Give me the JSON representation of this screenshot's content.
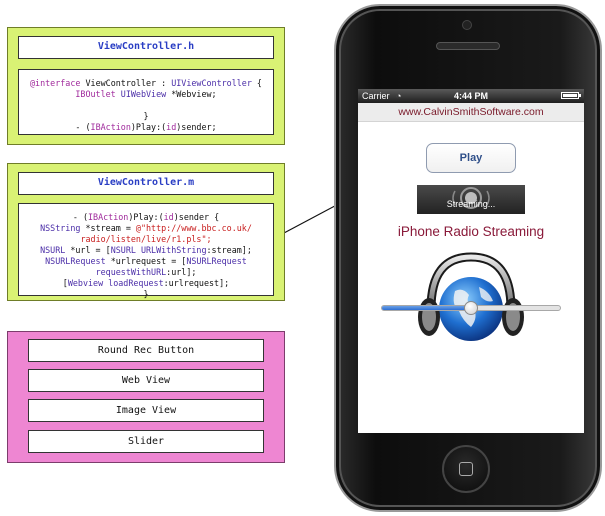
{
  "header_file": {
    "title": "ViewController.h",
    "code_lines": [
      [
        {
          "t": "@interface",
          "c": "kw"
        },
        {
          "t": " ViewController : "
        },
        {
          "t": "UIViewController",
          "c": "ty"
        },
        {
          "t": " {"
        }
      ],
      [
        {
          "t": "IBOutlet",
          "c": "kw"
        },
        {
          "t": " "
        },
        {
          "t": "UIWebView",
          "c": "ty"
        },
        {
          "t": " *Webview;"
        }
      ],
      [
        {
          "t": ""
        }
      ],
      [
        {
          "t": "}"
        }
      ],
      [
        {
          "t": "- ("
        },
        {
          "t": "IBAction",
          "c": "kw"
        },
        {
          "t": ")Play:("
        },
        {
          "t": "id",
          "c": "kw"
        },
        {
          "t": ")sender;"
        }
      ]
    ]
  },
  "impl_file": {
    "title": "ViewController.m",
    "code_lines": [
      [
        {
          "t": "- ("
        },
        {
          "t": "IBAction",
          "c": "kw"
        },
        {
          "t": ")Play:("
        },
        {
          "t": "id",
          "c": "kw"
        },
        {
          "t": ")sender {"
        }
      ],
      [
        {
          "t": "NSString",
          "c": "ty"
        },
        {
          "t": " *stream = "
        },
        {
          "t": "@\"http://www.bbc.co.uk/",
          "c": "str"
        }
      ],
      [
        {
          "t": "radio/listen/live/r1.pls\";",
          "c": "str"
        }
      ],
      [
        {
          "t": "NSURL",
          "c": "ty"
        },
        {
          "t": " *url = ["
        },
        {
          "t": "NSURL",
          "c": "ty"
        },
        {
          "t": " "
        },
        {
          "t": "URLWithString",
          "c": "ty"
        },
        {
          "t": ":stream];"
        }
      ],
      [
        {
          "t": "NSURLRequest",
          "c": "ty"
        },
        {
          "t": " *urlrequest = ["
        },
        {
          "t": "NSURLRequest",
          "c": "ty"
        }
      ],
      [
        {
          "t": "requestWithURL",
          "c": "ty"
        },
        {
          "t": ":url];"
        }
      ],
      [
        {
          "t": "["
        },
        {
          "t": "Webview",
          "c": "ty"
        },
        {
          "t": " "
        },
        {
          "t": "loadRequest",
          "c": "ty"
        },
        {
          "t": ":urlrequest];"
        }
      ],
      [
        {
          "t": "}"
        }
      ]
    ]
  },
  "objects": {
    "round_rec_button": "Round Rec Button",
    "web_view": "Web View",
    "image_view": "Image View",
    "slider": "Slider"
  },
  "phone": {
    "status": {
      "carrier": "Carrier",
      "time": "4:44 PM"
    },
    "url": "www.CalvinSmithSoftware.com",
    "play_label": "Play",
    "streaming_label": "Streaming...",
    "title": "iPhone Radio Streaming",
    "slider_value": 0.5
  },
  "colors": {
    "panel_green": "#d9f274",
    "panel_pink": "#ee86d2",
    "title_blue": "#2a3ec4",
    "app_title": "#8a1a3a"
  },
  "icons": [
    "wifi-icon",
    "battery-icon",
    "headphones-globe-icon",
    "streaming-logo-icon",
    "home-button-icon"
  ]
}
